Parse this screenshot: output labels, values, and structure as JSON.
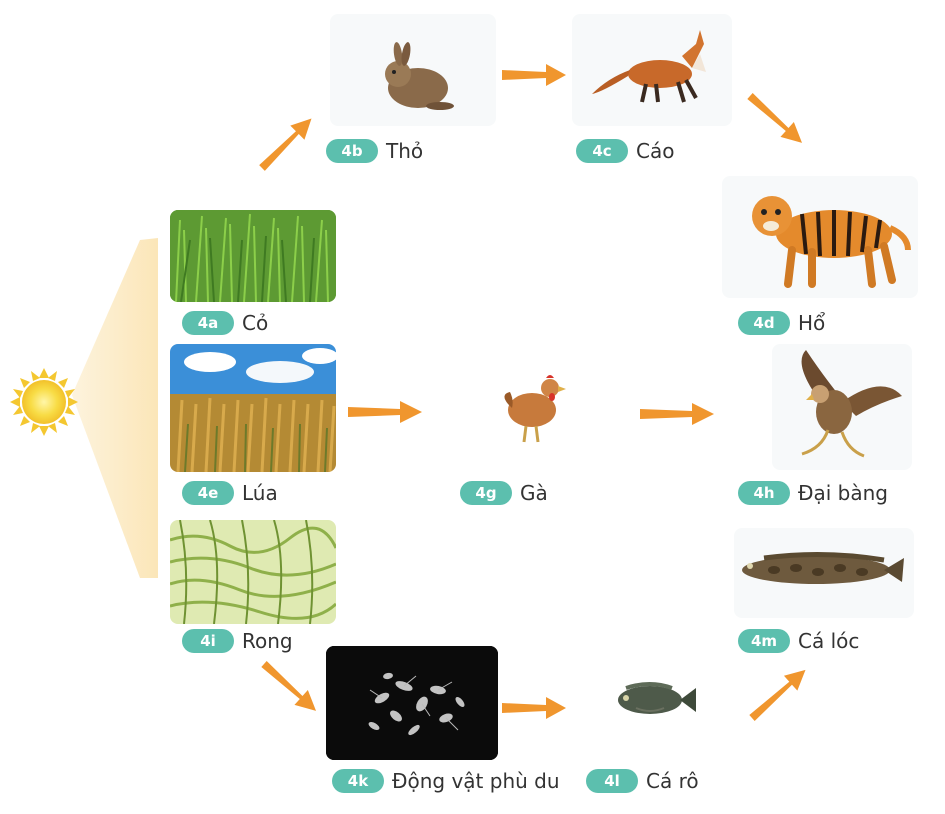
{
  "nodes": [
    {
      "id": "4a",
      "name": "Cỏ"
    },
    {
      "id": "4b",
      "name": "Thỏ"
    },
    {
      "id": "4c",
      "name": "Cáo"
    },
    {
      "id": "4d",
      "name": "Hổ"
    },
    {
      "id": "4e",
      "name": "Lúa"
    },
    {
      "id": "4g",
      "name": "Gà"
    },
    {
      "id": "4h",
      "name": "Đại bàng"
    },
    {
      "id": "4i",
      "name": "Rong"
    },
    {
      "id": "4k",
      "name": "Động vật phù du"
    },
    {
      "id": "4l",
      "name": "Cá rô"
    },
    {
      "id": "4m",
      "name": "Cá lóc"
    }
  ],
  "colors": {
    "badge": "#5cbfae",
    "arrow": "#f0962e",
    "sun": "#f6d84a",
    "light_beam": "#fbe9c2"
  },
  "icons": [
    "sun-icon",
    "grass-image",
    "rabbit-image",
    "fox-image",
    "tiger-image",
    "rice-image",
    "chicken-image",
    "eagle-image",
    "waterweed-image",
    "plankton-image",
    "anabas-fish-image",
    "snakehead-fish-image"
  ]
}
